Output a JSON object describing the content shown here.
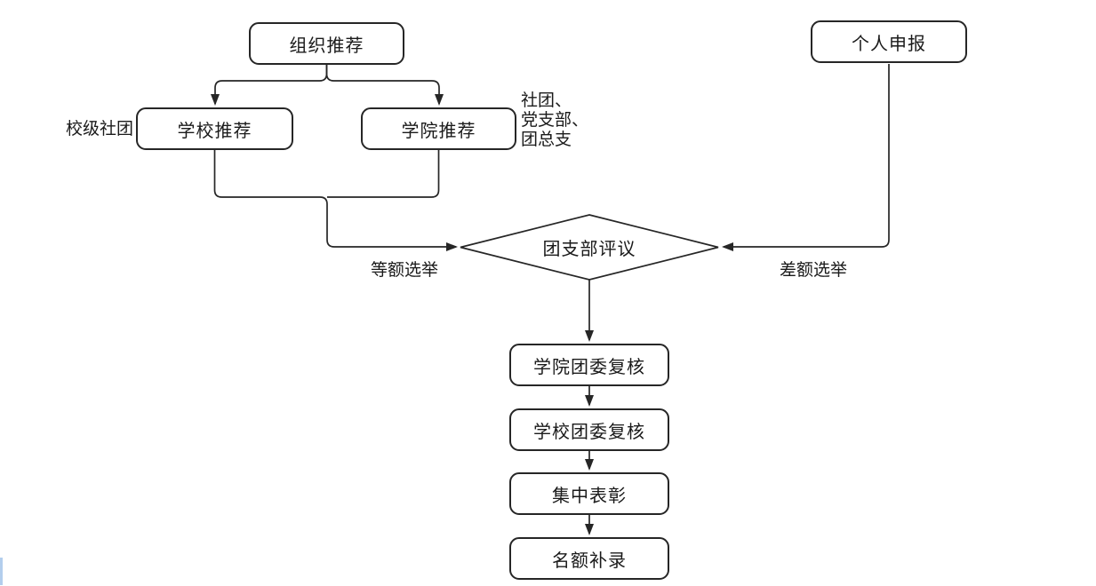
{
  "nodes": {
    "org_recommend": {
      "label": "组织推荐"
    },
    "personal_apply": {
      "label": "个人申报"
    },
    "school_recommend": {
      "label": "学校推荐"
    },
    "college_recommend": {
      "label": "学院推荐"
    },
    "league_branch_review": {
      "label": "团支部评议"
    },
    "college_committee_recheck": {
      "label": "学院团委复核"
    },
    "school_committee_recheck": {
      "label": "学校团委复核"
    },
    "central_commendation": {
      "label": "集中表彰"
    },
    "quota_supplement": {
      "label": "名额补录"
    }
  },
  "annotations": {
    "school_club": {
      "label": "校级社团"
    },
    "club_party_league": {
      "lines": [
        "社团、",
        "党支部、",
        "团总支"
      ]
    },
    "equal_election": {
      "label": "等额选举"
    },
    "differential_election": {
      "label": "差额选举"
    }
  },
  "colors": {
    "line": "#262626",
    "node_border": "#262626",
    "node_fill": "#ffffff",
    "background": "#ffffff",
    "text": "#1a1a1a",
    "edge_artifact_blue": "#a6c6ea"
  }
}
